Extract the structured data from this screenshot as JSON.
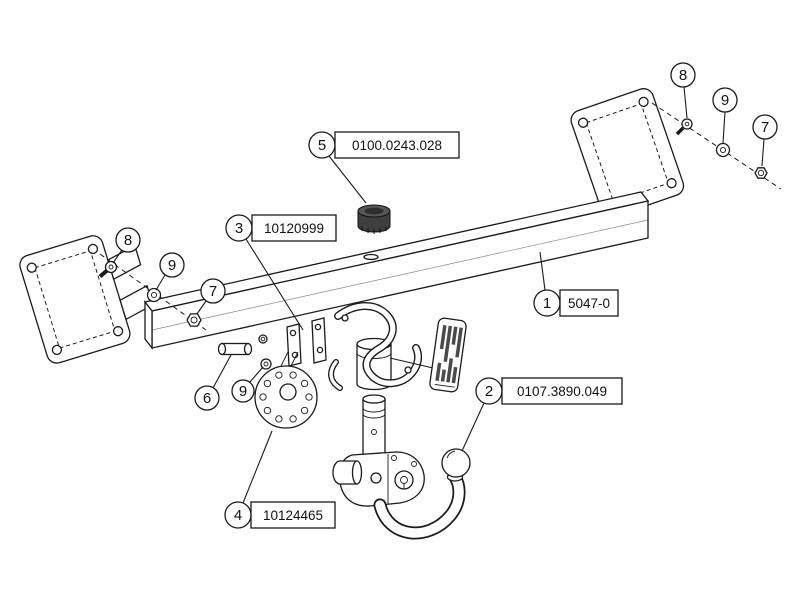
{
  "diagram": {
    "kind": "towbar exploded parts diagram",
    "background": "#ffffff",
    "line_color": "#1a1a1a"
  },
  "parts": {
    "crossbar": {
      "number": "1",
      "code": "5047-0"
    },
    "ball_coupling": {
      "number": "2",
      "code": "0107.3890.049"
    },
    "bracket": {
      "number": "3",
      "code": "10120999"
    },
    "flange": {
      "number": "4",
      "code": "10124465"
    },
    "cap": {
      "number": "5",
      "code": "0100.0243.028"
    },
    "bolt_short": {
      "number": "6"
    },
    "nut": {
      "number": "7"
    },
    "bolt": {
      "number": "8"
    },
    "washer": {
      "number": "9"
    }
  }
}
